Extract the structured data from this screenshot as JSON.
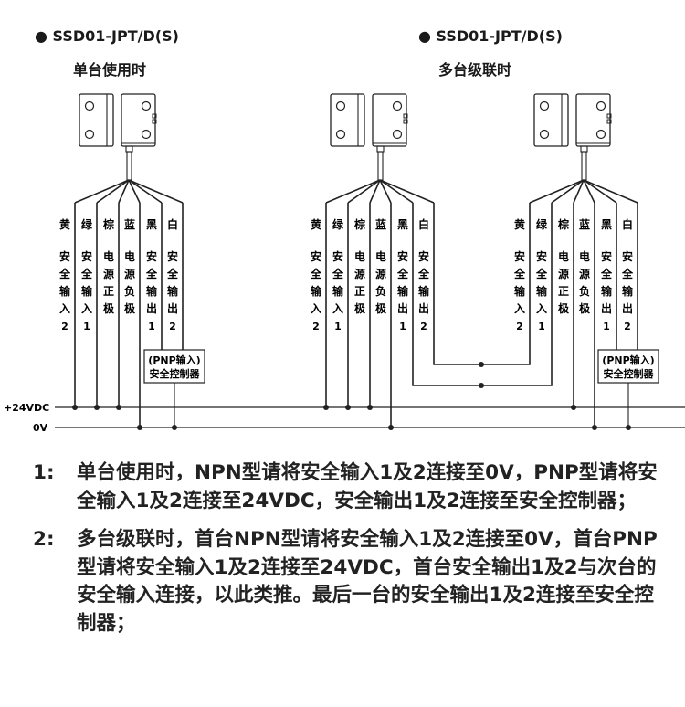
{
  "headers": [
    {
      "model": "SSD01-JPT/D(S)",
      "mode": "单台使用时"
    },
    {
      "model": "SSD01-JPT/D(S)",
      "mode": "多台级联时"
    }
  ],
  "wires": [
    {
      "color": "黄",
      "func": [
        "安",
        "全",
        "输",
        "入"
      ],
      "num": "2"
    },
    {
      "color": "绿",
      "func": [
        "安",
        "全",
        "输",
        "入"
      ],
      "num": "1"
    },
    {
      "color": "棕",
      "func": [
        "电",
        "源",
        "正",
        "极"
      ],
      "num": ""
    },
    {
      "color": "蓝",
      "func": [
        "电",
        "源",
        "负",
        "极"
      ],
      "num": ""
    },
    {
      "color": "黑",
      "func": [
        "安",
        "全",
        "输",
        "出"
      ],
      "num": "1"
    },
    {
      "color": "白",
      "func": [
        "安",
        "全",
        "输",
        "出"
      ],
      "num": "2"
    }
  ],
  "controller": {
    "line1": "(PNP输入)",
    "line2": "安全控制器"
  },
  "bus": {
    "v24": "+24VDC",
    "v0": "0V"
  },
  "notes": [
    {
      "n": "1:",
      "text": "单台使用时，NPN型请将安全输入1及2连接至0V，PNP型请将安全输入1及2连接至24VDC，安全输出1及2连接至安全控制器；"
    },
    {
      "n": "2:",
      "text": "多台级联时，首台NPN型请将安全输入1及2连接至0V，首台PNP型请将安全输入1及2连接至24VDC，首台安全输出1及2与次台的安全输入连接，以此类推。最后一台的安全输出1及2连接至安全控制器；"
    }
  ]
}
